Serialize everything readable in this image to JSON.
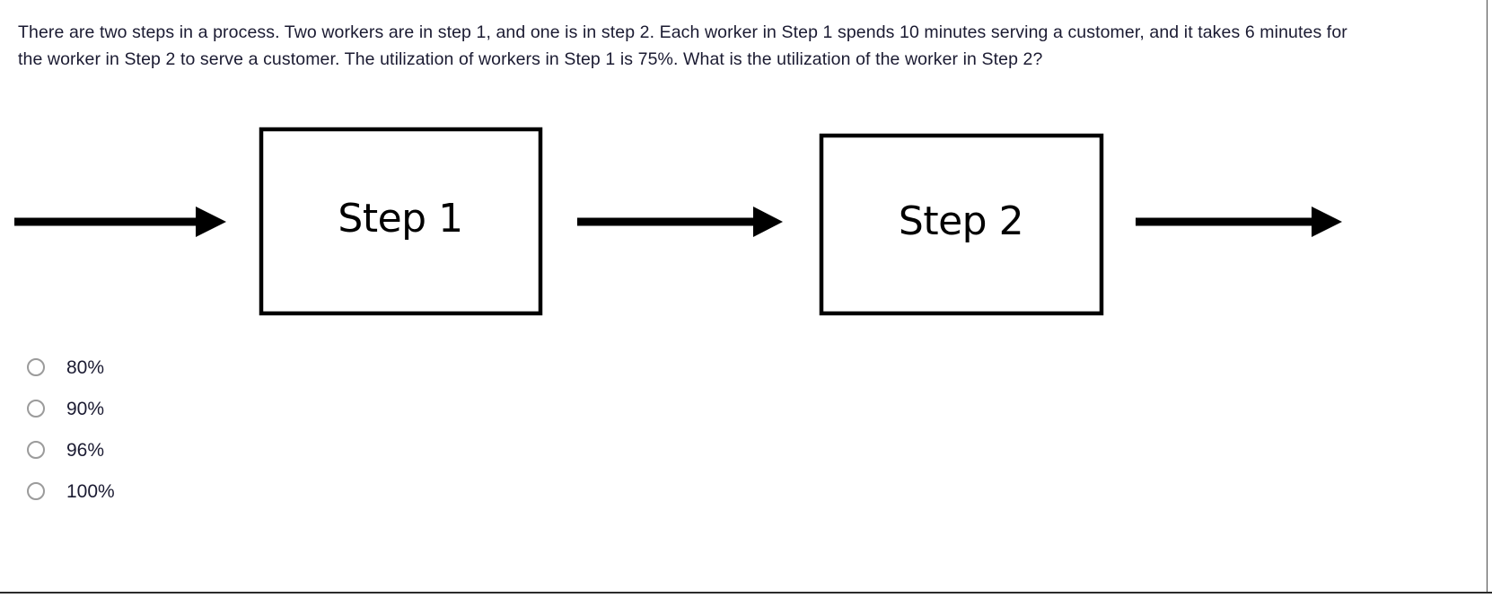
{
  "question": {
    "text": "There are two steps in a process. Two workers are in step 1, and one is in step 2. Each worker in Step 1 spends 10 minutes serving a customer, and it takes 6 minutes for the worker in Step 2 to serve a customer. The utilization of workers in Step 1 is 75%. What is the utilization of the worker in Step 2?"
  },
  "diagram": {
    "type": "process-flow",
    "boxes": [
      {
        "id": "step-1",
        "label": "Step 1"
      },
      {
        "id": "step-2",
        "label": "Step 2"
      }
    ],
    "arrows": [
      {
        "id": "inflow-arrow",
        "from": "input",
        "to": "step-1"
      },
      {
        "id": "step1-to-step2-arrow",
        "from": "step-1",
        "to": "step-2"
      },
      {
        "id": "outflow-arrow",
        "from": "step-2",
        "to": "output"
      }
    ],
    "stroke_color": "#000000"
  },
  "answers": {
    "selected": null,
    "options": [
      {
        "value": "80%"
      },
      {
        "value": "90%"
      },
      {
        "value": "96%"
      },
      {
        "value": "100%"
      }
    ]
  }
}
